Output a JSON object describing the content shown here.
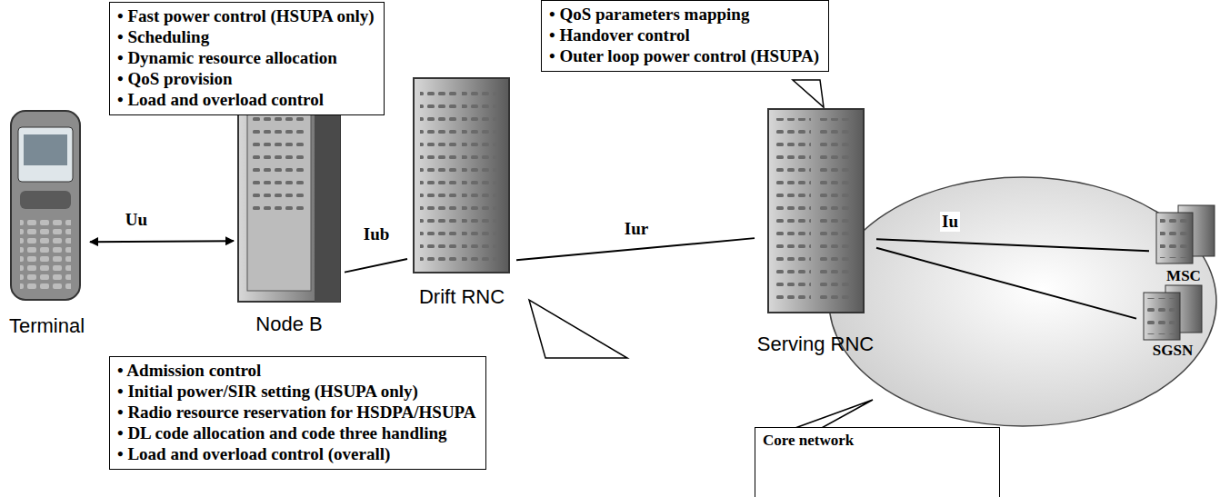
{
  "diagram": {
    "nodes": [
      {
        "text": [
          "• Fast power control (HSUPA only)",
          "• Scheduling",
          "• Dynamic resource allocation",
          "• QoS provision",
          "• Load and overload control"
        ]
      },
      {
        "text": [
          "• QoS parameters mapping",
          "• Handover control",
          "• Outer loop power control (HSUPA)"
        ]
      },
      {
        "text": [
          "Terminal"
        ]
      },
      {
        "text": [
          "Node B"
        ]
      },
      {
        "text": [
          "Drift RNC"
        ]
      },
      {
        "text": [
          "Serving RNC"
        ]
      },
      {
        "text": [
          "MSC"
        ]
      },
      {
        "text": [
          "SGSN"
        ]
      },
      {
        "text": [
          "• Admission control",
          "• Initial power/SIR setting (HSUPA only)",
          "• Radio resource reservation for HSDPA/HSUPA",
          "• DL code allocation and code three handling",
          "• Load and overload control (overall)"
        ]
      },
      {
        "text": [
          "Core network"
        ]
      }
    ],
    "edges": [
      {
        "from": 2,
        "to": 3,
        "label": "Uu",
        "arrow": "both"
      },
      {
        "from": 3,
        "to": 4,
        "label": "Iub",
        "arrow": "none"
      },
      {
        "from": 4,
        "to": 5,
        "label": "Iur",
        "arrow": "none"
      },
      {
        "from": 5,
        "to": 6,
        "label": "Iu",
        "arrow": "none"
      },
      {
        "from": 5,
        "to": 7,
        "arrow": "none"
      }
    ]
  }
}
